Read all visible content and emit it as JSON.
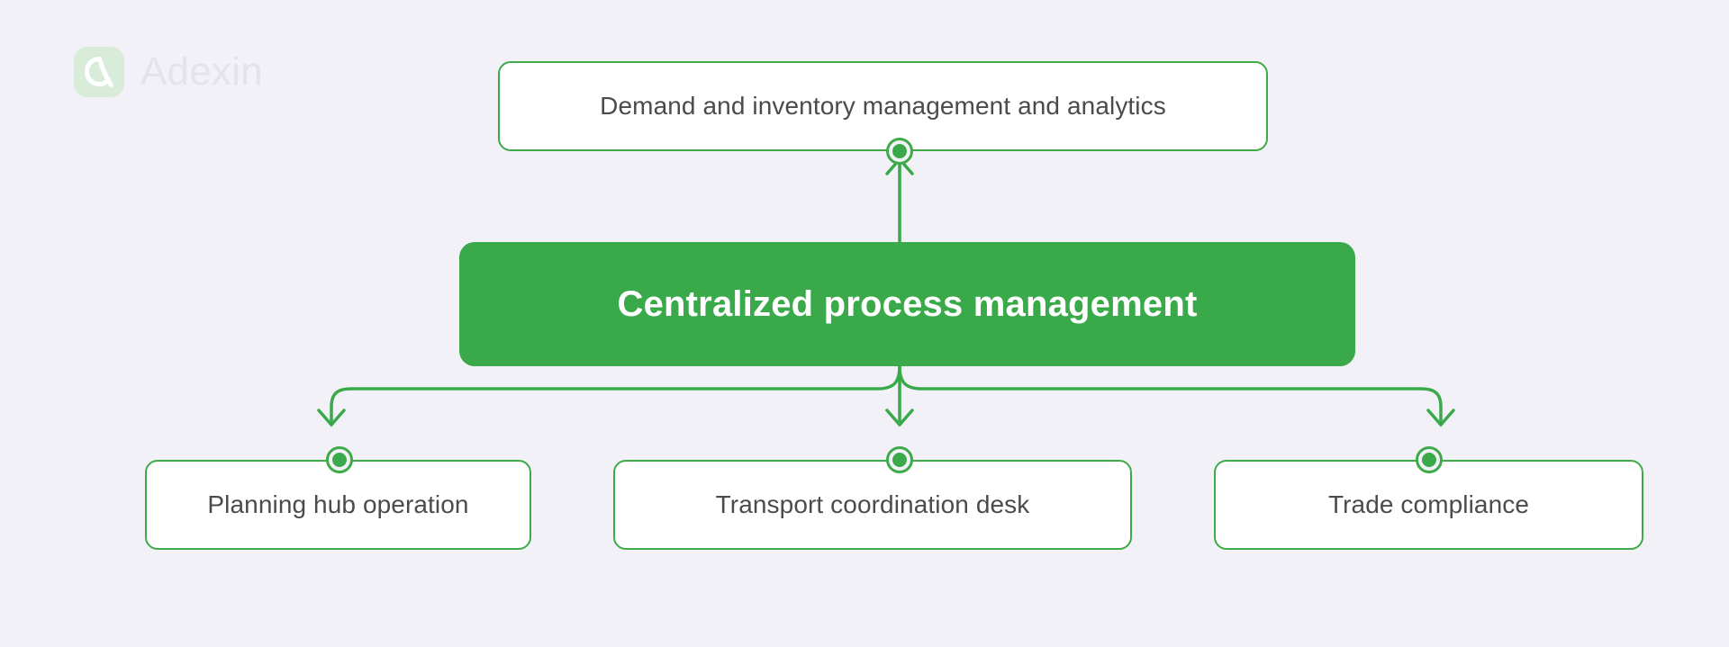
{
  "page": {
    "background_color": "#f2f1f7",
    "accent_color": "#3aa94a",
    "border_color": "#3eaa48",
    "text_color": "#4b4b4b"
  },
  "brand": {
    "name": "Adexin",
    "logo_icon": "adexin-swoosh-icon",
    "mark_color": "#d9ecd9",
    "word_color": "#e4e3ea"
  },
  "diagram": {
    "type": "hierarchy",
    "nodes": {
      "top": {
        "label": "Demand and inventory management and analytics",
        "style": "outlined"
      },
      "center": {
        "label": "Centralized process management",
        "style": "filled"
      },
      "children": [
        {
          "label": "Planning hub operation"
        },
        {
          "label": "Transport coordination desk"
        },
        {
          "label": "Trade compliance"
        }
      ]
    },
    "connectors": {
      "up_arrow_icon": "arrow-up-icon",
      "down_arrow_icon": "arrow-down-icon",
      "port_icon": "connection-port-icon"
    }
  }
}
